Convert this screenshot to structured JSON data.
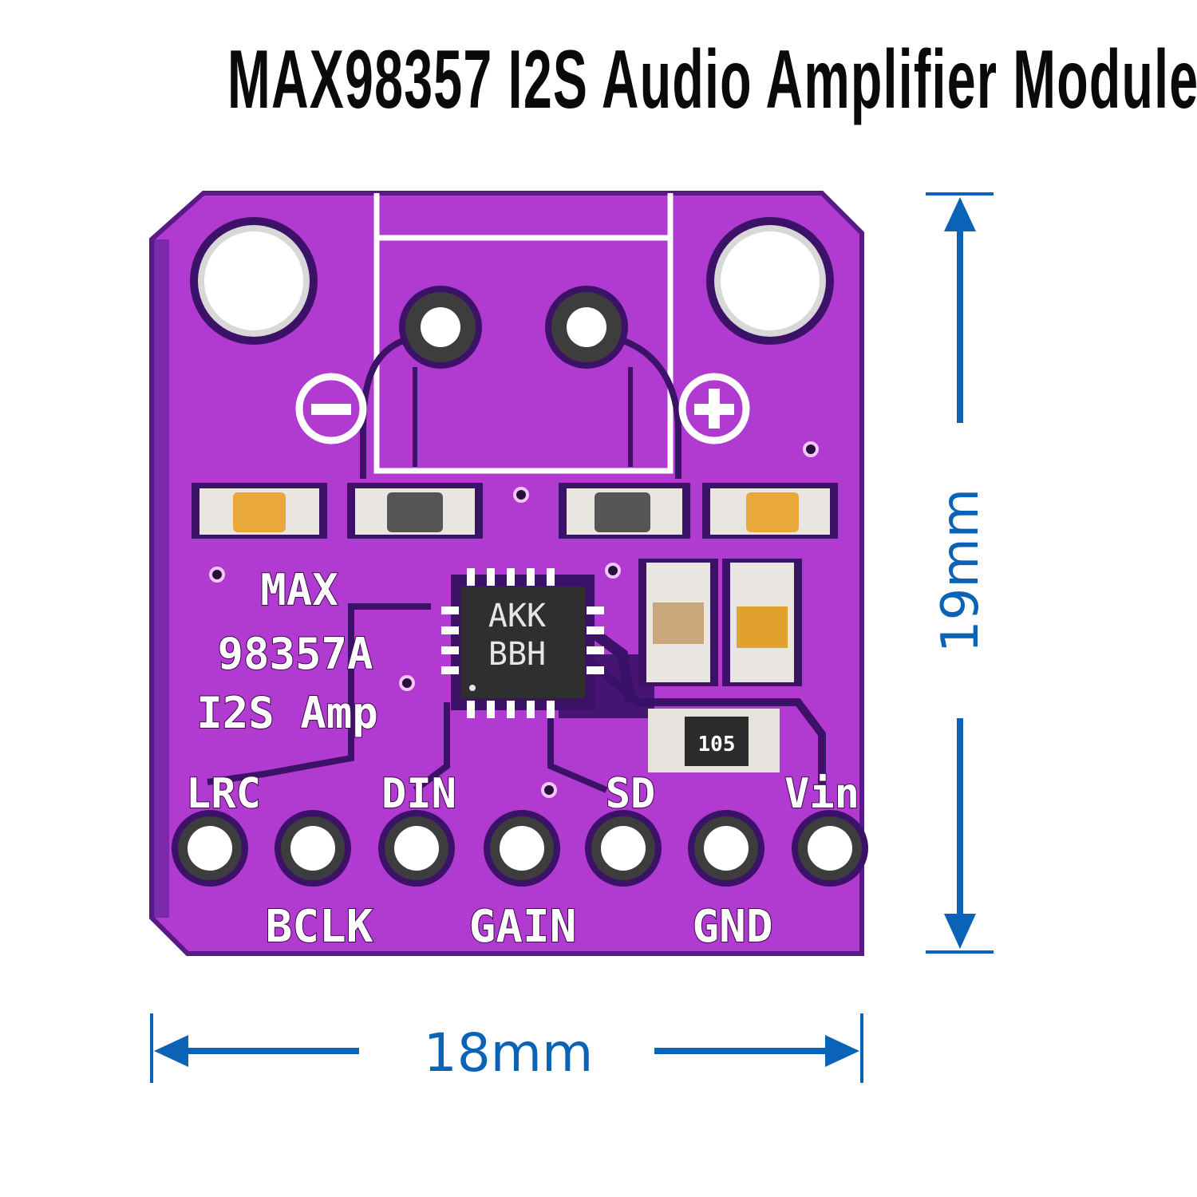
{
  "title": "MAX98357 I2S Audio Amplifier Module",
  "colors": {
    "pcb": "#b13ad0",
    "pcb_dark": "#3b1268",
    "trace": "#c44fe0",
    "silkscreen": "#ffffff",
    "dimension": "#0b63b8",
    "chip": "#2f2f2f",
    "cap_tan": "#e8a93a"
  },
  "board": {
    "silkscreen": {
      "line1": "MAX",
      "line2": "98357A",
      "line3": "I2S Amp"
    },
    "chip_marking": {
      "line1": "AKK",
      "line2": "BBH"
    },
    "resistor_marking": "105",
    "speaker_terminals": {
      "negative_symbol": "minus-icon",
      "positive_symbol": "plus-icon"
    },
    "pins_top_labels": [
      "LRC",
      "DIN",
      "SD",
      "Vin"
    ],
    "pins_bottom_labels": [
      "BCLK",
      "GAIN",
      "GND"
    ],
    "pins": [
      "LRC",
      "BCLK",
      "DIN",
      "GAIN",
      "SD",
      "GND",
      "Vin"
    ]
  },
  "dimensions": {
    "height_label": "19mm",
    "width_label": "18mm"
  }
}
